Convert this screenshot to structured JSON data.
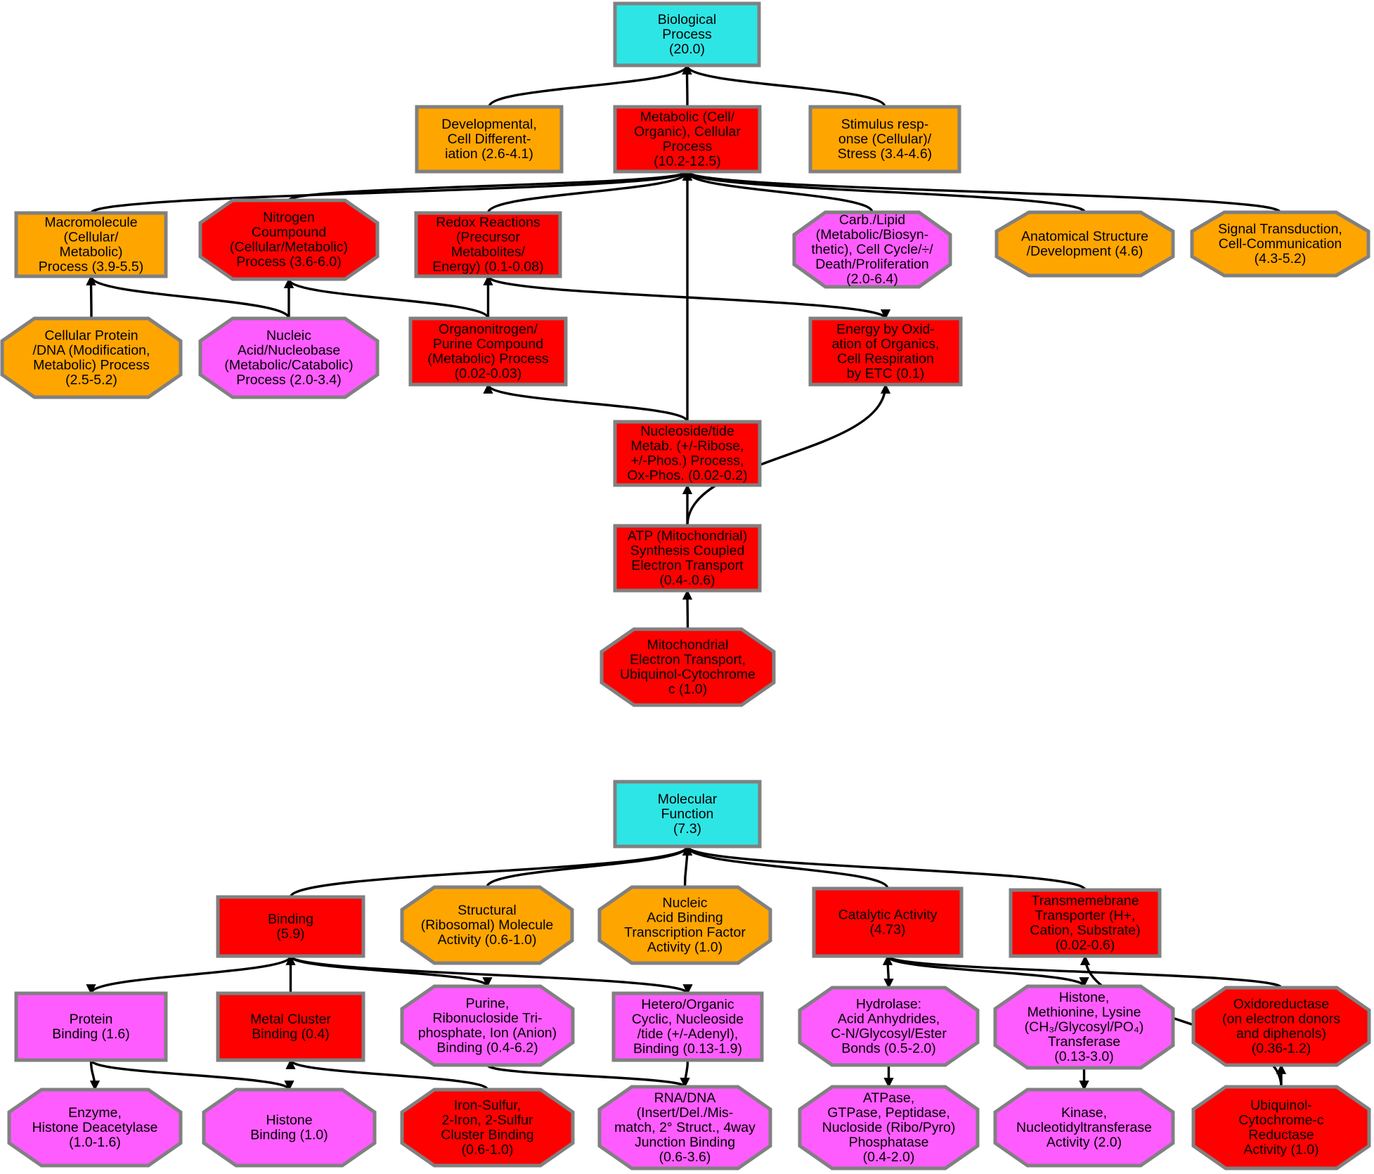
{
  "colors": {
    "root": "#2ee5e5",
    "orange": "#ffa500",
    "red": "#ff0000",
    "magenta": "#ff5cff",
    "border": "#808080",
    "edge": "#000000"
  },
  "nodes": [
    {
      "id": "bp",
      "shape": "rect",
      "color": "root",
      "lines": [
        "Biological",
        "Process",
        "(20.0)"
      ]
    },
    {
      "id": "dev",
      "shape": "rect",
      "color": "orange",
      "lines": [
        "Developmental,",
        "Cell Different-",
        "iation (2.6-4.1)"
      ]
    },
    {
      "id": "met",
      "shape": "rect",
      "color": "red",
      "lines": [
        "Metabolic (Cell/",
        "Organic), Cellular",
        "Process",
        "(10.2-12.5)"
      ]
    },
    {
      "id": "stim",
      "shape": "rect",
      "color": "orange",
      "lines": [
        "Stimulus resp-",
        "onse (Cellular)/",
        "Stress (3.4-4.6)"
      ]
    },
    {
      "id": "macro",
      "shape": "rect",
      "color": "orange",
      "lines": [
        "Macromolecule",
        "(Cellular/",
        "Metabolic)",
        "Process (3.9-5.5)"
      ]
    },
    {
      "id": "nitro",
      "shape": "oct",
      "color": "red",
      "lines": [
        "Nitrogen",
        "Coumpound",
        "(Cellular/Metabolic)",
        "Process (3.6-6.0)"
      ]
    },
    {
      "id": "redox",
      "shape": "rect",
      "color": "red",
      "lines": [
        "Redox Reactions",
        "(Precursor",
        "Metabolites/",
        "Energy) (0.1-0.08)"
      ]
    },
    {
      "id": "carb",
      "shape": "oct",
      "color": "magenta",
      "lines": [
        "Carb./Lipid",
        "(Metabolic/Biosyn-",
        "thetic), Cell Cycle/÷/",
        "Death/Proliferation",
        "(2.0-6.4)"
      ]
    },
    {
      "id": "anat",
      "shape": "oct",
      "color": "orange",
      "lines": [
        "Anatomical Structure",
        "/Development (4.6)"
      ]
    },
    {
      "id": "sig",
      "shape": "oct",
      "color": "orange",
      "lines": [
        "Signal Transduction,",
        "Cell-Communication",
        "(4.3-5.2)"
      ]
    },
    {
      "id": "cprot",
      "shape": "oct",
      "color": "orange",
      "lines": [
        "Cellular Protein",
        "/DNA (Modification,",
        "Metabolic) Process",
        "(2.5-5.2)"
      ]
    },
    {
      "id": "nucac",
      "shape": "oct",
      "color": "magenta",
      "lines": [
        "Nucleic",
        "Acid/Nucleobase",
        "(Metabolic/Catabolic)",
        "Process (2.0-3.4)"
      ]
    },
    {
      "id": "orgn",
      "shape": "rect",
      "color": "red",
      "lines": [
        "Organonitrogen/",
        "Purine Compound",
        "(Metabolic) Process",
        "(0.02-0.03)"
      ]
    },
    {
      "id": "energy",
      "shape": "rect",
      "color": "red",
      "lines": [
        "Energy by Oxid-",
        "ation of Organics,",
        "Cell Respiration",
        "by ETC (0.1)"
      ]
    },
    {
      "id": "nucl",
      "shape": "rect",
      "color": "red",
      "lines": [
        "Nucleoside/tide",
        "Metab. (+/-Ribose,",
        "+/-Phos.) Process,",
        "Ox-Phos. (0.02-0.2)"
      ]
    },
    {
      "id": "atp",
      "shape": "rect",
      "color": "red",
      "lines": [
        "ATP (Mitochondrial)",
        "Synthesis Coupled",
        "Electron Transport",
        "(0.4-.0.6)"
      ]
    },
    {
      "id": "mito",
      "shape": "oct",
      "color": "red",
      "lines": [
        "Mitochondrial",
        "Electron Transport,",
        "Ubiquinol-Cytochrome",
        "c (1.0)"
      ]
    },
    {
      "id": "mf",
      "shape": "rect",
      "color": "root",
      "lines": [
        "Molecular",
        "Function",
        "(7.3)"
      ]
    },
    {
      "id": "bind",
      "shape": "rect",
      "color": "red",
      "lines": [
        "Binding",
        "(5.9)"
      ]
    },
    {
      "id": "struct",
      "shape": "oct",
      "color": "orange",
      "lines": [
        "Structural",
        "(Ribosomal) Molecule",
        "Activity (0.6-1.0)"
      ]
    },
    {
      "id": "nabind",
      "shape": "oct",
      "color": "orange",
      "lines": [
        "Nucleic",
        "Acid Binding",
        "Transcription Factor",
        "Activity (1.0)"
      ]
    },
    {
      "id": "cat",
      "shape": "rect",
      "color": "red",
      "lines": [
        "Catalytic Activity",
        "(4.73)"
      ]
    },
    {
      "id": "trans",
      "shape": "rect",
      "color": "red",
      "lines": [
        "Transmemebrane",
        "Transporter (H+,",
        "Cation, Substrate)",
        "(0.02-0.6)"
      ]
    },
    {
      "id": "pbind",
      "shape": "rect",
      "color": "magenta",
      "lines": [
        "Protein",
        "Binding (1.6)"
      ]
    },
    {
      "id": "metal",
      "shape": "rect",
      "color": "red",
      "lines": [
        "Metal Cluster",
        "Binding (0.4)"
      ]
    },
    {
      "id": "purine",
      "shape": "oct",
      "color": "magenta",
      "lines": [
        "Purine,",
        "Ribonucloside Tri-",
        "phosphate, Ion (Anion)",
        "Binding (0.4-6.2)"
      ]
    },
    {
      "id": "hetero",
      "shape": "rect",
      "color": "magenta",
      "lines": [
        "Hetero/Organic",
        "Cyclic, Nucleoside",
        "/tide (+/-Adenyl),",
        "Binding (0.13-1.9)"
      ]
    },
    {
      "id": "hydro",
      "shape": "oct",
      "color": "magenta",
      "lines": [
        "Hydrolase:",
        "Acid Anhydrides,",
        "C-N/Glycosyl/Ester",
        "Bonds (0.5-2.0)"
      ]
    },
    {
      "id": "histone_t",
      "shape": "oct",
      "color": "magenta",
      "lines": [
        "Histone,",
        "Methionine, Lysine",
        "(CH₃/Glycosyl/PO₄)",
        "Transferase",
        "(0.13-3.0)"
      ]
    },
    {
      "id": "oxido",
      "shape": "oct",
      "color": "red",
      "lines": [
        "Oxidoreductase",
        "(on electron donors",
        "and diphenols)",
        "(0.36-1.2)"
      ]
    },
    {
      "id": "enzyme",
      "shape": "oct",
      "color": "magenta",
      "lines": [
        "Enzyme,",
        "Histone Deacetylase",
        "(1.0-1.6)"
      ]
    },
    {
      "id": "hbind",
      "shape": "oct",
      "color": "magenta",
      "lines": [
        "Histone",
        "Binding (1.0)"
      ]
    },
    {
      "id": "iron",
      "shape": "oct",
      "color": "red",
      "lines": [
        "Iron-Sulfur,",
        "2-Iron, 2-Sulfur",
        "Cluster Binding",
        "(0.6-1.0)"
      ]
    },
    {
      "id": "rnadna",
      "shape": "oct",
      "color": "magenta",
      "lines": [
        "RNA/DNA",
        "(Insert/Del./Mis-",
        "match, 2° Struct., 4way",
        "Junction Binding",
        "(0.6-3.6)"
      ]
    },
    {
      "id": "atpase",
      "shape": "oct",
      "color": "magenta",
      "lines": [
        "ATPase,",
        "GTPase, Peptidase,",
        "Nucloside (Ribo/Pyro)",
        "Phosphatase",
        "(0.4-2.0)"
      ]
    },
    {
      "id": "kinase",
      "shape": "oct",
      "color": "magenta",
      "lines": [
        "Kinase,",
        "Nucleotidyltransferase",
        "Activity (2.0)"
      ]
    },
    {
      "id": "ubiq",
      "shape": "oct",
      "color": "red",
      "lines": [
        "Ubiquinol-",
        "Cytochrome-c",
        "Reductase",
        "Activity (1.0)"
      ]
    }
  ],
  "edges": [
    [
      "dev",
      "bp"
    ],
    [
      "met",
      "bp"
    ],
    [
      "stim",
      "bp"
    ],
    [
      "macro",
      "met"
    ],
    [
      "nitro",
      "met"
    ],
    [
      "redox",
      "met"
    ],
    [
      "carb",
      "met"
    ],
    [
      "anat",
      "met"
    ],
    [
      "sig",
      "met"
    ],
    [
      "cprot",
      "macro"
    ],
    [
      "nucac",
      "macro"
    ],
    [
      "nucac",
      "nitro"
    ],
    [
      "orgn",
      "nitro"
    ],
    [
      "orgn",
      "redox"
    ],
    [
      "redox",
      "energy"
    ],
    [
      "nucl",
      "met"
    ],
    [
      "nucl",
      "orgn"
    ],
    [
      "atp",
      "nucl"
    ],
    [
      "atp",
      "energy"
    ],
    [
      "mito",
      "atp"
    ],
    [
      "bind",
      "mf"
    ],
    [
      "struct",
      "mf"
    ],
    [
      "nabind",
      "mf"
    ],
    [
      "cat",
      "mf"
    ],
    [
      "trans",
      "mf"
    ],
    [
      "bind",
      "pbind"
    ],
    [
      "metal",
      "bind"
    ],
    [
      "bind",
      "purine"
    ],
    [
      "bind",
      "hetero"
    ],
    [
      "pbind",
      "enzyme"
    ],
    [
      "pbind",
      "hbind"
    ],
    [
      "iron",
      "metal"
    ],
    [
      "purine",
      "rnadna"
    ],
    [
      "hetero",
      "rnadna"
    ],
    [
      "cat",
      "hydro"
    ],
    [
      "cat",
      "histone_t"
    ],
    [
      "oxido",
      "cat"
    ],
    [
      "hydro",
      "atpase"
    ],
    [
      "histone_t",
      "kinase"
    ],
    [
      "ubiq",
      "oxido"
    ],
    [
      "ubiq",
      "trans"
    ]
  ]
}
